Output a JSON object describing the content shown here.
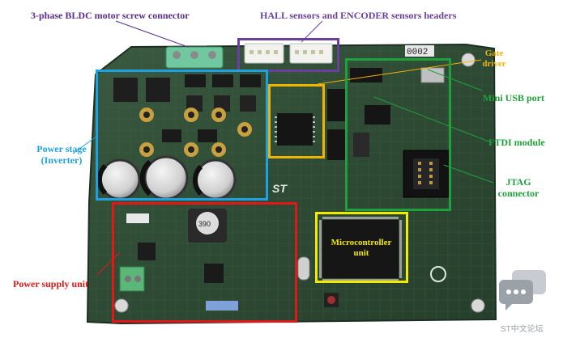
{
  "labels": {
    "screw_connector": "3-phase BLDC motor screw connector",
    "hall_headers": "HALL sensors and ENCODER sensors headers",
    "gate_driver_line1": "Gate",
    "gate_driver_line2": "driver",
    "mini_usb": "Mini USB port",
    "power_stage_line1": "Power stage",
    "power_stage_line2": "(Inverter)",
    "ftdi": "FTDI module",
    "jtag_line1": "JTAG",
    "jtag_line2": "connector",
    "mcu_line1": "Microcontroller",
    "mcu_line2": "unit",
    "power_supply": "Power supply unit"
  },
  "board_marks": {
    "silk_top": "0002",
    "inductor": "390",
    "brand_logo": "ST"
  },
  "watermark": {
    "text": "ST中文论坛"
  },
  "colors": {
    "screw_label": "#5b2d8e",
    "hall_box": "#6b3fa0",
    "power_stage": "#1fa0e0",
    "gate_driver": "#f0b400",
    "green_group": "#1ea03c",
    "mcu_box": "#f2ea00",
    "power_supply": "#e01818",
    "pcb": "#2f4a36"
  }
}
